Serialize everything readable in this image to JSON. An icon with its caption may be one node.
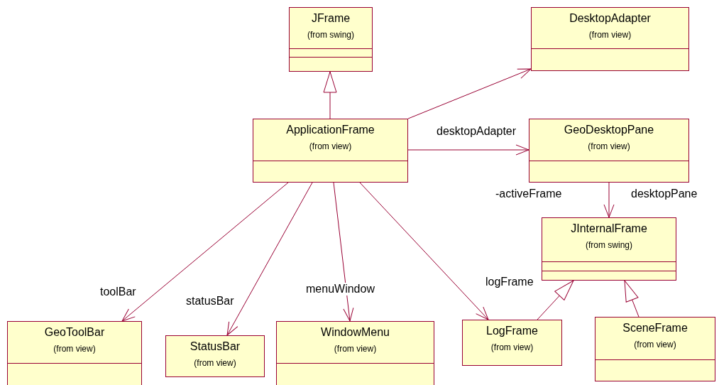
{
  "diagram": {
    "nodes": [
      {
        "text": [
          "JFrame",
          "(from swing)"
        ]
      },
      {
        "text": [
          "DesktopAdapter",
          "(from view)"
        ]
      },
      {
        "text": [
          "ApplicationFrame",
          "(from view)"
        ]
      },
      {
        "text": [
          "GeoDesktopPane",
          "(from view)"
        ]
      },
      {
        "text": [
          "JInternalFrame",
          "(from swing)"
        ]
      },
      {
        "text": [
          "GeoToolBar",
          "(from view)"
        ]
      },
      {
        "text": [
          "StatusBar",
          "(from view)"
        ]
      },
      {
        "text": [
          "WindowMenu",
          "(from view)"
        ]
      },
      {
        "text": [
          "LogFrame",
          "(from view)"
        ]
      },
      {
        "text": [
          "SceneFrame",
          "(from view)"
        ]
      }
    ],
    "edges": [
      {
        "from": 2,
        "to": 0,
        "arrow": "to"
      },
      {
        "from": 2,
        "to": 1,
        "arrow": "to"
      },
      {
        "from": 2,
        "to": 3,
        "arrow": "to",
        "label": "desktopAdapter"
      },
      {
        "from": 3,
        "to": 4,
        "arrow": "to",
        "label": "desktopPane"
      },
      {
        "from": 2,
        "to": 5,
        "arrow": "to",
        "label": "toolBar"
      },
      {
        "from": 2,
        "to": 6,
        "arrow": "to",
        "label": "statusBar"
      },
      {
        "from": 2,
        "to": 7,
        "arrow": "to",
        "label": "menuWindow"
      },
      {
        "from": 2,
        "to": 8,
        "arrow": "to",
        "label": "logFrame"
      },
      {
        "from": 8,
        "to": 4,
        "arrow": "to"
      },
      {
        "from": 9,
        "to": 4,
        "arrow": "to"
      }
    ],
    "labels": [
      "-activeFrame"
    ]
  }
}
